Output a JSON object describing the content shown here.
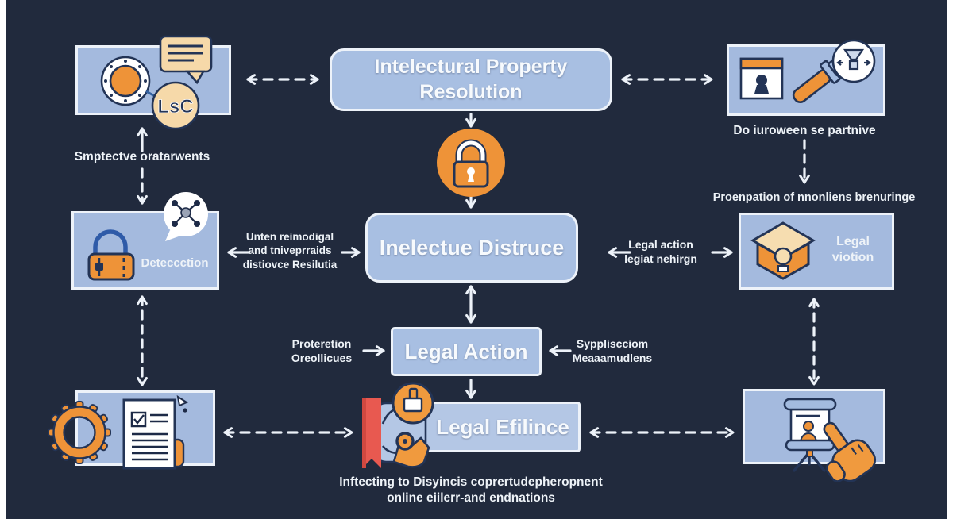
{
  "title": "Intelectural Property Resolution",
  "colors": {
    "background": "#212a3d",
    "box_fill": "#a4bade",
    "box_fill_light": "#b4c7e5",
    "box_border": "#edf2f9",
    "accent_orange": "#ee9338",
    "accent_cream": "#f6d9a9",
    "accent_red": "#e85950",
    "outline_dark": "#233456",
    "text": "#f5f8fc"
  },
  "nodes": {
    "top_center": {
      "label": "Intelectural Property Resolution"
    },
    "top_left": {
      "caption": "Smptectve oratarwents",
      "badge": "LsC"
    },
    "top_right": {
      "caption": "Do iuroween se partnive",
      "note": "Proenpation of nnonliens brenuringe"
    },
    "detection": {
      "label": "Deteccction"
    },
    "center": {
      "label": "Inelectue Distruce"
    },
    "legal_viotion": {
      "line1": "Legal",
      "line2": "viotion"
    },
    "legal_action": {
      "label": "Legal Action"
    },
    "legal_efilince": {
      "label": "Legal Efilince"
    }
  },
  "annotations": {
    "left_note": {
      "line1": "Unten reimodigal",
      "line2": "and tniveprraids",
      "line3": "distiovce Resilutia"
    },
    "right_note": {
      "line1": "Legal action",
      "line2": "legiat nehirgn"
    },
    "action_left": {
      "line1": "Proteretion",
      "line2": "Oreollicues"
    },
    "action_right": {
      "line1": "Syppliscciom",
      "line2": "Meaaamudlens"
    },
    "bottom": {
      "line1": "Inftecting to Disyincis coprertudepheropnent",
      "line2": "online eiilerr-and endnations"
    }
  },
  "icons": [
    "lens-gauge-icon",
    "speech-bubble-icon",
    "lsc-badge",
    "browser-lock-icon",
    "telescope-icon",
    "funnel-badge-icon",
    "padlock-icon",
    "network-bubble-icon",
    "lock-medallion-icon",
    "open-box-icon",
    "gear-icon",
    "document-icon",
    "cursor-icon",
    "stamp-badge-icon",
    "ribbon-icon",
    "stamp-tool-icon",
    "presentation-easel-icon",
    "hand-pointer-icon"
  ]
}
